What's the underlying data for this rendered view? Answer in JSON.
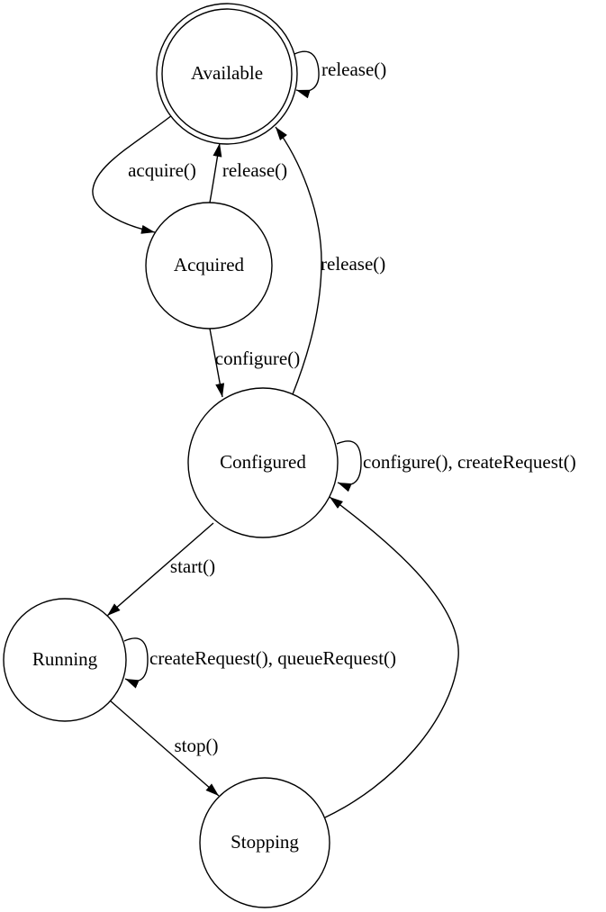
{
  "page": {
    "background_color": "#ffffff",
    "line_color": "#000000",
    "text_color": "#000000"
  },
  "diagram": {
    "type": "state-machine",
    "states": [
      {
        "id": "available",
        "label": "Available",
        "shape": "doublecircle"
      },
      {
        "id": "acquired",
        "label": "Acquired",
        "shape": "circle"
      },
      {
        "id": "configured",
        "label": "Configured",
        "shape": "circle"
      },
      {
        "id": "running",
        "label": "Running",
        "shape": "circle"
      },
      {
        "id": "stopping",
        "label": "Stopping",
        "shape": "circle"
      }
    ],
    "transitions": [
      {
        "from": "available",
        "to": "available",
        "label": "release()"
      },
      {
        "from": "available",
        "to": "acquired",
        "label": "acquire()"
      },
      {
        "from": "acquired",
        "to": "available",
        "label": "release()"
      },
      {
        "from": "acquired",
        "to": "configured",
        "label": "configure()"
      },
      {
        "from": "configured",
        "to": "available",
        "label": "release()"
      },
      {
        "from": "configured",
        "to": "configured",
        "label": "configure(), createRequest()"
      },
      {
        "from": "configured",
        "to": "running",
        "label": "start()"
      },
      {
        "from": "running",
        "to": "running",
        "label": "createRequest(), queueRequest()"
      },
      {
        "from": "running",
        "to": "stopping",
        "label": "stop()"
      },
      {
        "from": "stopping",
        "to": "configured",
        "label": ""
      }
    ]
  }
}
